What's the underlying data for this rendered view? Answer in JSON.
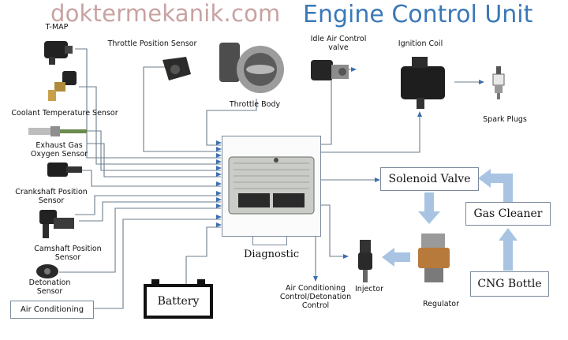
{
  "header": {
    "watermark": "doktermekanik.com",
    "title": "Engine Control Unit"
  },
  "sensors": {
    "tmap": "T-MAP",
    "throttle_position": "Throttle Position Sensor",
    "coolant_temperature": "Coolant Temperature Sensor",
    "exhaust_gas_oxygen": "Exhaust Gas\nOxygen Sensor",
    "crankshaft_position": "Crankshaft Position\nSensor",
    "camshaft_position": "Camshaft Position\nSensor",
    "detonation": "Detonation\nSensor"
  },
  "actuators": {
    "throttle_body": "Throttle Body",
    "idle_air_control": "Idle Air Control\nvalve",
    "ignition_coil": "Ignition Coil",
    "spark_plugs": "Spark Plugs",
    "injector": "Injector",
    "regulator": "Regulator",
    "ac_detonation_output": "Air Conditioning\nControl/Detonation\nControl"
  },
  "boxes": {
    "air_conditioning": "Air Conditioning",
    "battery": "Battery",
    "diagnostic": "Diagnostic",
    "solenoid_valve": "Solenoid Valve",
    "gas_cleaner": "Gas Cleaner",
    "cng_bottle": "CNG Bottle"
  },
  "colors": {
    "wire": "#6b7c8e",
    "flow_arrow": "#a8c4e2",
    "title": "#3a78b8",
    "watermark": "#c9a2a2"
  }
}
